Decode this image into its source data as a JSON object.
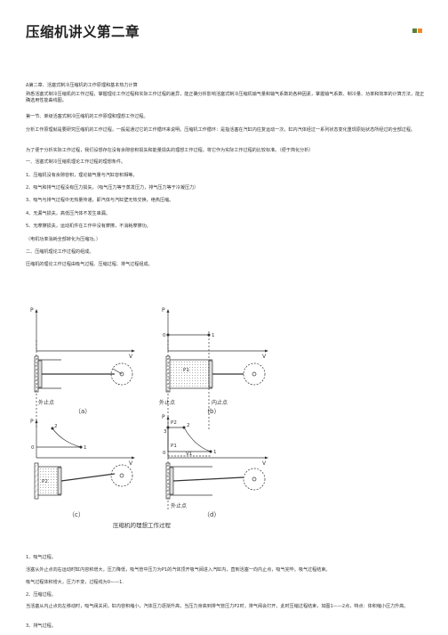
{
  "page": {
    "title": "压缩机讲义第二章",
    "accent_colors": [
      "#5b7f3a",
      "#ef8a2a"
    ]
  },
  "paragraphs": [
    "Δ第二章、活塞式制冷压缩机的工作原理和基本热力计算",
    "熟悉活塞式制冷压缩机的工作过程，掌握理论工作过程和实际工作过程的差异，能正确分析影响活塞式制冷压缩机输气量和输气系数的各种因素，掌握输气系数、制冷量、功率和效率的计算方法，能正确选用性能曲线图。",
    "第一节、单级活塞式制冷压缩机的工作原理和理想工作过程。",
    "分析工作原理就是要研究压缩机的工作过程，一般是通过它的工作循环来说明。压缩机工作循环：是指活塞在汽缸内往复运动一次，缸内汽体经过一系列状态变化重现原始状态所经过的全部过程。",
    "为了便于分析实际工作过程，我们设想存在没有余隙容积损失和能量损失的理想工作过程，将它作为实际工作过程的比较标准。（便于简化分析）",
    "一、活塞式制冷压缩机理论工作过程的理想条件。",
    "1、压缩机没有余隙容积，理论输气量与汽缸容积相等。",
    "2、吸气和排气过程没有压力损失，（吸气压力等于蒸发压力，排气压力等于冷凝压力）",
    "3、吸气与排气过程中无热量传递，即汽体与汽缸壁无热交换，绝热压缩。",
    "4、无漏气损失，高低压汽体不发生串漏。",
    "5、无摩擦损失，运动机件在工作中没有摩擦，不消耗摩擦功。",
    "（电机功率消耗全部转化为压缩功。）",
    "二、压缩机理论工作过程的组成。",
    "压缩机的理论工作过程由吸气过程、压缩过程、排气过程组成。"
  ],
  "figure": {
    "caption": "压缩机的理想工作过程",
    "panel_labels": [
      "（a）",
      "（b）",
      "（c）",
      "（d）"
    ],
    "axis_p": "P",
    "axis_v": "V",
    "dead_points": [
      "外止点",
      "内止点",
      "外止点",
      "外止点"
    ],
    "point_labels": {
      "zero": "0",
      "one": "1",
      "two": "2",
      "three": "3",
      "p1": "P1",
      "p2": "P2",
      "v1": "V1"
    }
  },
  "after_paragraphs": [
    "1、吸气过程。",
    "活塞从外止点向右运动时缸内容积增大，压力降低，吸气管中压力为P1的汽体顶开吸气阀进入汽缸内，直到活塞一向内止点，吸气完毕。吸气过程结束。",
    "吸气过程体积增大，压力不变，过程线为0——1.",
    "2、压缩过程。",
    "当活塞从内止点向左移动时，吸气阀关闭，缸内容积缩小，汽体压力逐渐升高，当压力身高到排气管压力P2时，排气阀会打开，此时压缩过程结束，如图1——2点，特点：体积缩小压力升高。",
    "3、排气过程。"
  ]
}
